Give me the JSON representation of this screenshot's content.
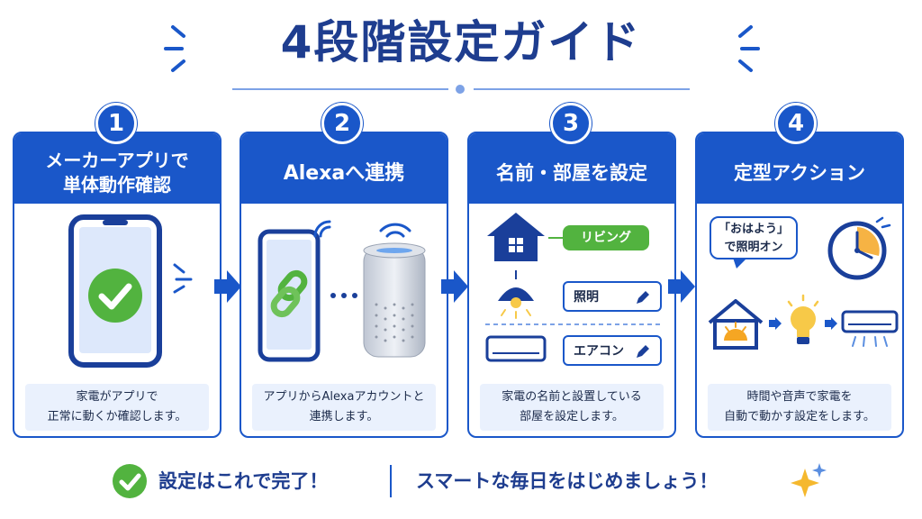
{
  "title": "4段階設定ガイド",
  "colors": {
    "primary": "#1a57c9",
    "navy": "#1e3d8f",
    "green": "#52b33f",
    "light": "#eaf1fd",
    "orange": "#f5a623",
    "yellow": "#f7c948"
  },
  "steps": [
    {
      "number": "1",
      "title_lines": [
        "メーカーアプリで",
        "単体動作確認"
      ],
      "desc_lines": [
        "家電がアプリで",
        "正常に動くか確認します。"
      ],
      "icons": [
        "smartphone-icon",
        "check-circle-icon",
        "signal-waves-icon"
      ]
    },
    {
      "number": "2",
      "title_lines": [
        "Alexaへ連携"
      ],
      "desc_lines": [
        "アプリからAlexaアカウントと",
        "連携します。"
      ],
      "icons": [
        "smartphone-icon",
        "link-chain-icon",
        "smart-speaker-icon",
        "wifi-icon"
      ]
    },
    {
      "number": "3",
      "title_lines": [
        "名前・部屋を設定"
      ],
      "desc_lines": [
        "家電の名前と設置している",
        "部屋を設定します。"
      ],
      "room_tag": "リビング",
      "device_labels": [
        "照明",
        "エアコン"
      ],
      "icons": [
        "house-icon",
        "ceiling-lamp-icon",
        "air-conditioner-icon",
        "pencil-icon"
      ]
    },
    {
      "number": "4",
      "title_lines": [
        "定型アクション"
      ],
      "desc_lines": [
        "時間や音声で家電を",
        "自動で動かす設定をします。"
      ],
      "speech_lines": [
        "「おはよう」",
        "で照明オン"
      ],
      "icons": [
        "clock-icon",
        "house-sunrise-icon",
        "light-bulb-icon",
        "air-conditioner-icon"
      ]
    }
  ],
  "footer": {
    "left": "設定はこれで完了！",
    "right": "スマートな毎日をはじめましょう！"
  }
}
